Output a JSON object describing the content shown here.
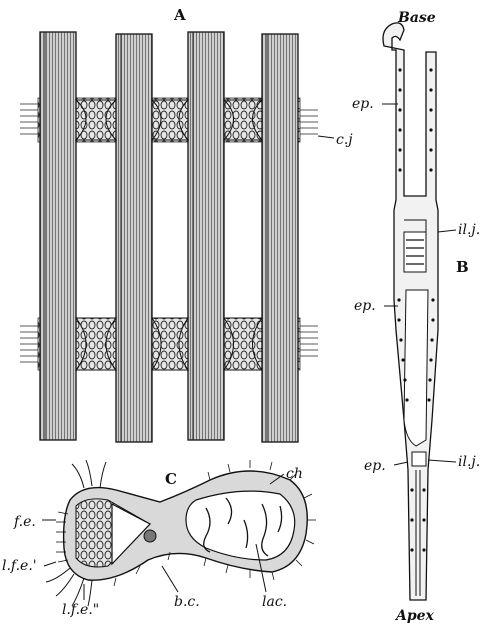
{
  "panels": {
    "a": {
      "letter": "A",
      "label_cj": "c.j"
    },
    "b": {
      "letter": "B",
      "label_base": "Base",
      "label_ep_1": "ep.",
      "label_ep_2": "ep.",
      "label_ep_3": "ep.",
      "label_ilj_1": "il.j.",
      "label_ilj_2": "il.j.",
      "label_apex": "Apex"
    },
    "c": {
      "letter": "C",
      "label_ch": "ch",
      "label_fe": "f.e.",
      "label_lfe1": "l.f.e.'",
      "label_lfe2": "l.f.e.\"",
      "label_bc": "b.c.",
      "label_lac": "lac."
    }
  },
  "colors": {
    "ink": "#111111",
    "paper": "#ffffff",
    "fill_light": "#bdbdbd",
    "fill_dark": "#8a8a8a"
  }
}
